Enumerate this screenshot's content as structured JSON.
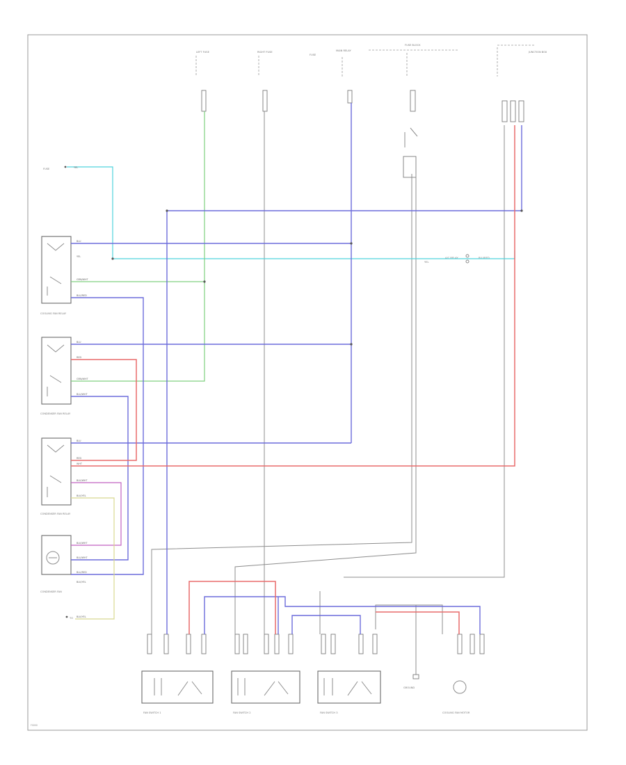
{
  "labels": {
    "fuse_left_title": "LEFT FUSE",
    "fuse_mid_title": "RIGHT FUSE",
    "fuse_mid_b_title": "FUSE",
    "fuse_right_title": "MAIN RELAY",
    "fuse_right_b_title": "FUSE BLOCK",
    "junction_title": "JUNCTION BOX",
    "relay1_title": "COOLING FAN RELAY",
    "relay2_title": "CONDENSER FAN RELAY",
    "relay3_title": "CONDENSER FAN RELAY",
    "relay4_title": "CONDENSER FAN",
    "condenser_fan": "CONDENSER FAN",
    "fan_sw_1": "FAN SWITCH 1",
    "fan_sw_2": "FAN SWITCH 2",
    "fan_sw_3": "FAN SWITCH 3",
    "ground_note": "GROUND",
    "cooling_fan_motor": "COOLING FAN MOTOR",
    "ac_relay": "A/C RELAY",
    "bottom_left_note": "FUSE",
    "to_note": "TO",
    "figure_id": "F0000"
  },
  "wire_labels": {
    "yel": "YEL",
    "blu": "BLU",
    "grn_wht": "GRN/WHT",
    "blu_red": "BLU/RED",
    "red": "RED",
    "blu_wht": "BLU/WHT",
    "wht": "WHT",
    "blk_wht": "BLK/WHT",
    "blk_yel": "BLK/YEL"
  },
  "colors": {
    "blue": "#6b6bdc",
    "cyan": "#4fd3dd",
    "green": "#7fd07f",
    "red": "#e86a6a",
    "magenta": "#c060c0",
    "yellow": "#d8d890",
    "gray": "#8c8c8c"
  }
}
